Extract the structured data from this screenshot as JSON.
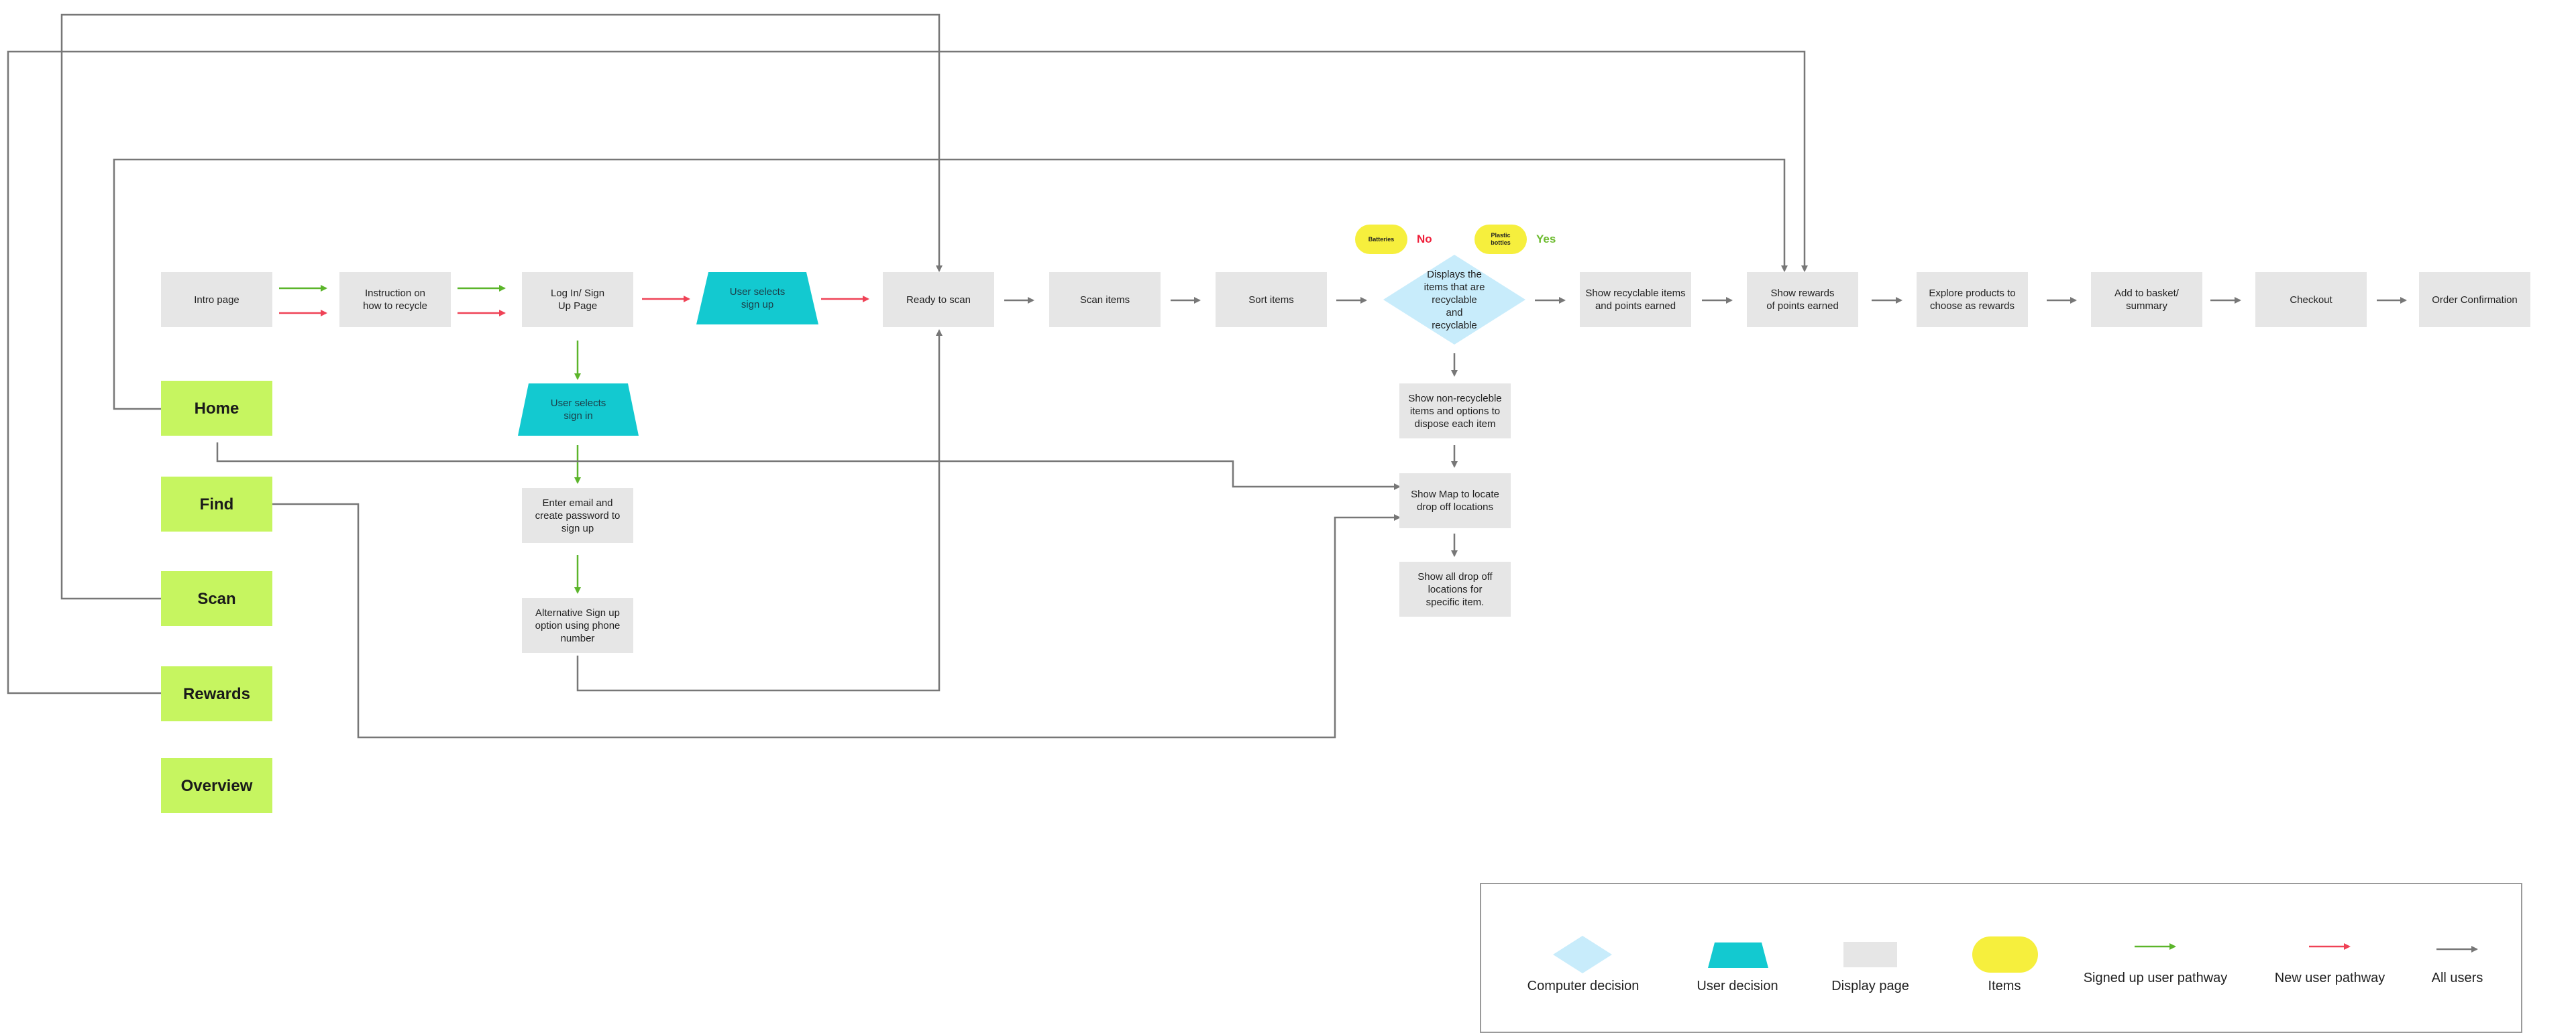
{
  "colors": {
    "display_page": "#e6e6e6",
    "nav_item": "#c6f560",
    "user_decision": "#13c9d0",
    "computer_decision": "#c8ecfb",
    "item": "#f6ef3d",
    "signed_up_path": "#5bb52a",
    "new_user_path": "#ef4256",
    "all_users_path": "#777777"
  },
  "nodes": {
    "intro": "Intro page",
    "instruction": "Instruction on how to recycle",
    "login": "Log In/ Sign Up Page",
    "user_signup": "User selects sign up",
    "user_signin": "User selects sign in",
    "ready": "Ready to scan",
    "scan_items": "Scan items",
    "sort_items": "Sort items",
    "displays": "Displays the items that are recyclable and recyclable",
    "show_recyclable": "Show recyclable items and points earned",
    "show_rewards": "Show rewards of points earned",
    "explore": "Explore products to choose as rewards",
    "basket": "Add to basket/ summary",
    "checkout": "Checkout",
    "order": "Order Confirmation",
    "non_recyclable": "Show non-recycleble items and options to dispose each item",
    "map": "Show Map to locate drop off locations",
    "all_dropoff": "Show all drop off locations for specific item.",
    "email": "Enter email and create password to sign up",
    "phone": "Alternative Sign up option using phone number"
  },
  "nav": {
    "home": "Home",
    "find": "Find",
    "scan": "Scan",
    "rewards": "Rewards",
    "overview": "Overview"
  },
  "items": {
    "batteries": "Batteries",
    "batteries_answer": "No",
    "plastic": "Plastic bottles",
    "plastic_answer": "Yes"
  },
  "legend": {
    "computer_decision": "Computer decision",
    "user_decision": "User decision",
    "display_page": "Display page",
    "items": "Items",
    "signed_up": "Signed up user pathway",
    "new_user": "New user pathway",
    "all_users": "All users"
  }
}
